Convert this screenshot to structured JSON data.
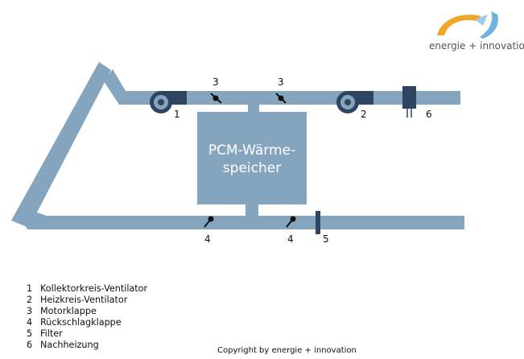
{
  "logo": {
    "text": "energie + innovation",
    "colors": {
      "orange": "#f0a628",
      "blue": "#6fb3dc",
      "text": "#555555"
    }
  },
  "storage": {
    "title_line1": "PCM-Wärme-",
    "title_line2": "speicher"
  },
  "component_labels": {
    "fan1": "1",
    "fan2": "2",
    "motor_damper_a": "3",
    "motor_damper_b": "3",
    "check_valve_a": "4",
    "check_valve_b": "4",
    "filter": "5",
    "heater": "6"
  },
  "legend": [
    {
      "num": "1",
      "text": "Kollektorkreis-Ventilator"
    },
    {
      "num": "2",
      "text": "Heizkreis-Ventilator"
    },
    {
      "num": "3",
      "text": "Motorklappe"
    },
    {
      "num": "4",
      "text": "Rückschlagklappe"
    },
    {
      "num": "5",
      "text": "Filter"
    },
    {
      "num": "6",
      "text": "Nachheizung"
    }
  ],
  "copyright": "Copyright by energie + innovation",
  "colors": {
    "duct": "#85a5bf",
    "component_dark": "#2d4561",
    "damper": "#111111"
  }
}
